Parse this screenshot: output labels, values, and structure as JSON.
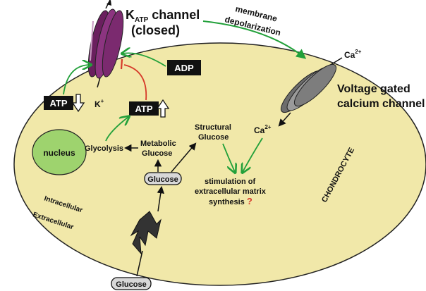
{
  "labels": {
    "katp_title_main": "K",
    "katp_title_sub": "ATP",
    "katp_title_rest": " channel",
    "katp_closed": "(closed)",
    "membrane_line1": "membrane",
    "membrane_line2": "depolarization",
    "ca_outside": "Ca",
    "ca_outside_sup": "2+",
    "vgcc_line1": "Voltage gated",
    "vgcc_line2": "calcium channel",
    "adp": "ADP",
    "atp_left": "ATP",
    "atp_right": "ATP",
    "k_ion": "K",
    "k_ion_sup": "+",
    "ca_inside": "Ca",
    "ca_inside_sup": "2+",
    "structural_line1": "Structural",
    "structural_line2": "Glucose",
    "metabolic_line1": "Metabolic",
    "metabolic_line2": "Glucose",
    "glycolysis": "Glycolysis",
    "nucleus": "nucleus",
    "glucose_inside": "Glucose",
    "glucose_outside": "Glucose",
    "stim_line1": "stimulation of",
    "stim_line2": "extracellular matrix",
    "stim_line3": "synthesis",
    "question_mark": "?",
    "chondrocyte": "CHONDROCYTE",
    "intracellular": "Intracellular",
    "extracellular": "Extracellular"
  },
  "colors": {
    "cell_fill": "#f1e8a9",
    "nucleus_fill": "#9ed36e",
    "katp_channel": "#7b2a6f",
    "vgcc_channel": "#8a8a8a",
    "green_arrow": "#22a03a",
    "red_inhibit": "#d63a2a",
    "question": "#d63a2a",
    "label_box": "#111111",
    "glucose_box": "#d8d8d8"
  }
}
